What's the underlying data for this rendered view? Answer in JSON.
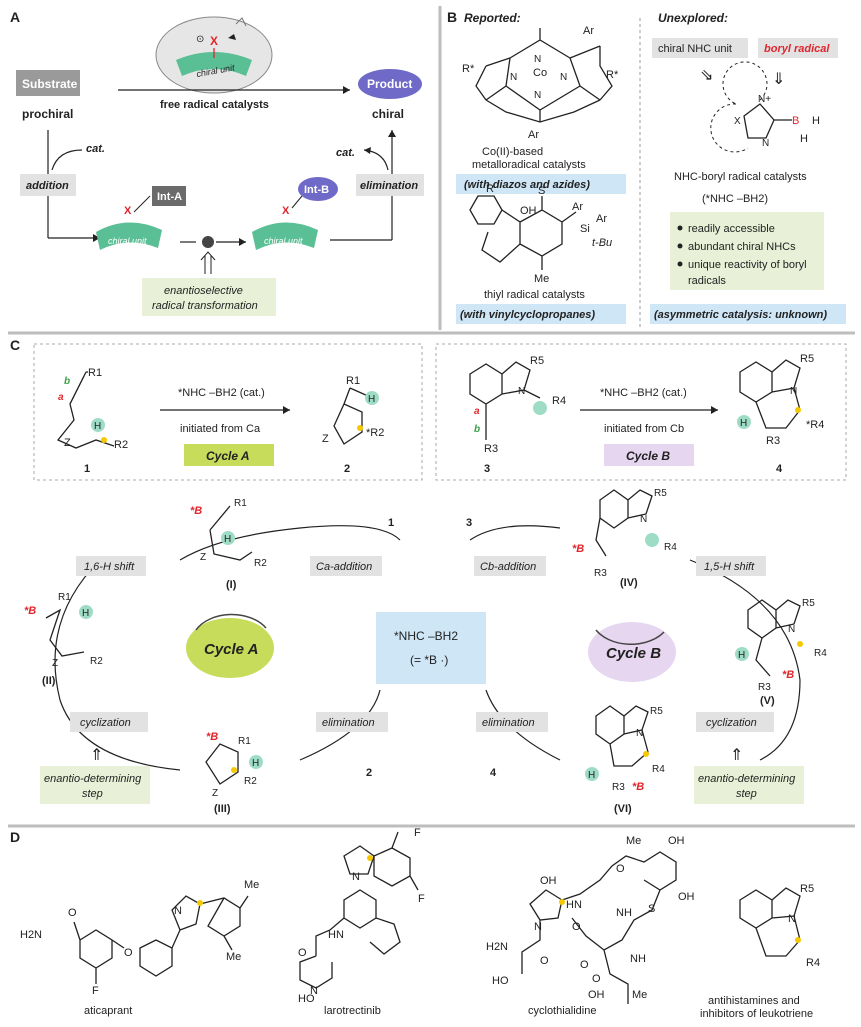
{
  "panels": {
    "a": "A",
    "b": "B",
    "c": "C",
    "d": "D"
  },
  "panel_a": {
    "substrate": "Substrate",
    "prochiral": "prochiral",
    "product": "Product",
    "chiral": "chiral",
    "catalyst_ring": "chiral unit",
    "x_label": "X",
    "free_radical_catalysts": "free radical catalysts",
    "cat1": "cat.",
    "cat2": "cat.",
    "addition": "addition",
    "elimination": "elimination",
    "int_a": "Int-A",
    "int_b": "Int-B",
    "unit_a": "chiral unit",
    "unit_b": "chiral unit",
    "enantio_line1": "enantioselective",
    "enantio_line2": "radical transformation"
  },
  "panel_b": {
    "reported": "Reported:",
    "ar_top": "Ar",
    "ar_top2": "Ar",
    "r_star_left": "R*",
    "r_star_right": "R*",
    "co_label": "Co",
    "n_labels": [
      "N",
      "N",
      "N",
      "N"
    ],
    "co_line1": "Co(II)-based",
    "co_line2": "metalloradical catalysts",
    "with_diazos": "(with diazos and azides)",
    "thiyl_r": "R",
    "thiyl_oh": "OH",
    "thiyl_s": "S",
    "thiyl_ar1": "Ar",
    "thiyl_ar2": "Ar",
    "thiyl_si": "Si",
    "thiyl_tbu": "t-Bu",
    "thiyl_me": "Me",
    "thiyl_caption": "thiyl radical catalysts",
    "with_vinyl": "(with vinylcyclopropanes)",
    "unexplored": "Unexplored:",
    "chiral_nhc_unit": "chiral NHC unit",
    "boryl_radical": "boryl radical",
    "nhc_x": "X",
    "nhc_n_plus": "N+",
    "nhc_n": "N",
    "nhc_b": "B",
    "nhc_h1": "H",
    "nhc_h2": "H",
    "nhc_caption": "NHC-boryl radical catalysts",
    "nhc_formula": "(*NHC –BH2)",
    "bullets": [
      "readily accessible",
      "abundant chiral NHCs",
      "unique reactivity of boryl",
      "radicals"
    ],
    "asym_unknown": "(asymmetric catalysis: unknown)"
  },
  "panel_c": {
    "eq_left": {
      "b": "b",
      "a": "a",
      "r1": "R1",
      "h": "H",
      "z": "Z",
      "r2": "R2",
      "reagent": "*NHC –BH2 (cat.)",
      "initiated": "initiated from Ca",
      "cycle": "Cycle A",
      "num_sub": "1",
      "num_prod": "2",
      "p_r1": "R1",
      "p_h": "H",
      "p_z": "Z",
      "p_r2": "*R2"
    },
    "eq_right": {
      "r5": "R5",
      "n": "N",
      "r4": "R4",
      "a": "a",
      "b": "b",
      "r3": "R3",
      "reagent": "*NHC –BH2 (cat.)",
      "initiated": "initiated from Cb",
      "cycle": "Cycle B",
      "num_sub": "3",
      "num_prod": "4",
      "p_r5": "R5",
      "p_n": "N",
      "p_h": "H",
      "p_r3": "R3",
      "p_r4": "*R4"
    },
    "center_line1": "*NHC –BH2",
    "center_line2": "(= *B ·)",
    "cycle_a": "Cycle A",
    "cycle_b": "Cycle B",
    "int_I": "(I)",
    "int_II": "(II)",
    "int_III": "(III)",
    "int_IV": "(IV)",
    "int_V": "(V)",
    "int_VI": "(VI)",
    "ca_addition": "Ca-addition",
    "cb_addition": "Cb-addition",
    "shift16": "1,6-H shift",
    "shift15": "1,5-H shift",
    "cyclization_left": "cyclization",
    "cyclization_right": "cyclization",
    "elimination_left": "elimination",
    "elimination_right": "elimination",
    "enantio_left_1": "enantio-determining",
    "enantio_left_2": "step",
    "enantio_right_1": "enantio-determining",
    "enantio_right_2": "step",
    "in1": "1",
    "in3": "3",
    "out2": "2",
    "out4": "4",
    "lbl_B": "*B",
    "lbl_R1": "R1",
    "lbl_R2": "R2",
    "lbl_R3": "R3",
    "lbl_R4": "R4",
    "lbl_R5": "R5",
    "lbl_H": "H",
    "lbl_Z": "Z",
    "lbl_N": "N"
  },
  "panel_d": {
    "aticaprant": "aticaprant",
    "larotrectinib": "larotrectinib",
    "cyclothialidine": "cyclothialidine",
    "antihist_1": "antihistamines and",
    "antihist_2": "inhibitors of leukotriene",
    "lbl_h2n": "H2N",
    "lbl_o": "O",
    "lbl_f": "F",
    "lbl_n": "N",
    "lbl_me1": "Me",
    "lbl_me2": "Me",
    "lbl_ho": "HO",
    "lbl_hn": "HN",
    "lbl_nh": "NH",
    "lbl_oh": "OH",
    "lbl_s": "S",
    "lbl_r5": "R5",
    "lbl_r4": "R4"
  },
  "colors": {
    "green_unit": "#5bbf95",
    "gray_box": "#e2e2e2",
    "product_purple": "#6f6ac7",
    "int_gray": "#6b6b6b",
    "light_blue": "#cfe6f7",
    "light_green": "#e8f1d7",
    "cycle_a_green": "#c7dc5a",
    "cycle_b_lilac": "#e6d6ef",
    "red": "#e0262d",
    "highlight_yellow": "#f5c800",
    "h_circle": "#9fdcc6"
  }
}
